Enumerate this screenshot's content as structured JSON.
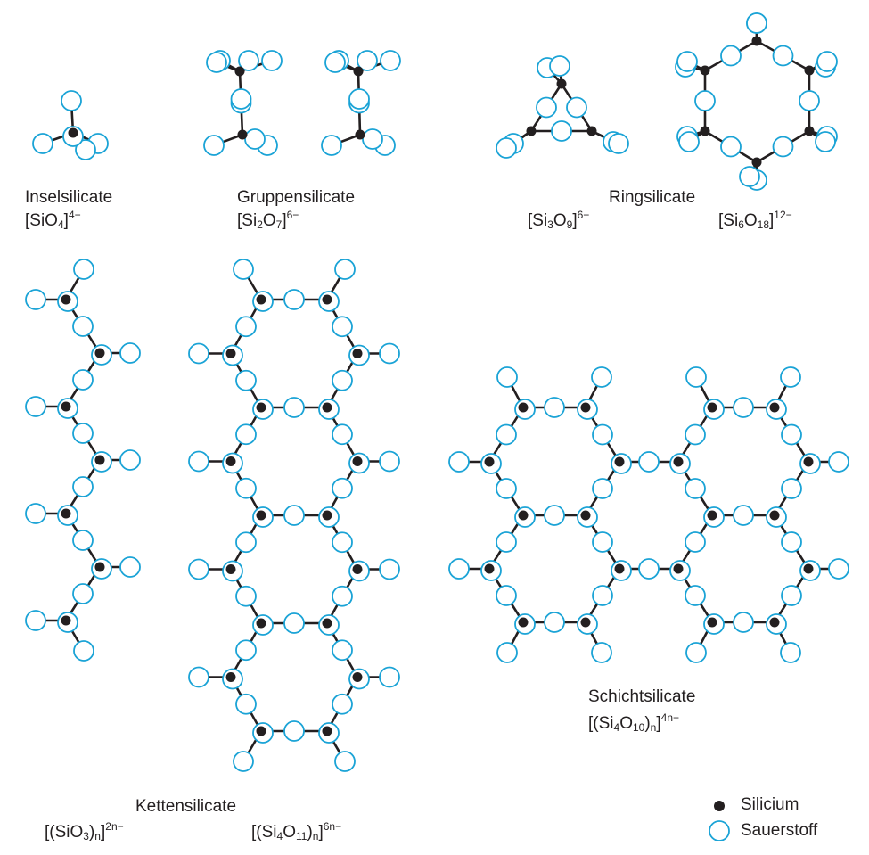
{
  "colors": {
    "silicon": "#231f20",
    "oxygen_stroke": "#1aa3d6",
    "oxygen_fill": "#ffffff",
    "bond": "#231f20",
    "text": "#231f20"
  },
  "groups": {
    "insel": {
      "name": "Inselsilicate",
      "formula": "SiO",
      "sub1": "4",
      "charge": "4−"
    },
    "gruppen": {
      "name": "Gruppensilicate",
      "formula_a": "Si",
      "sub1": "2",
      "formula_b": "O",
      "sub2": "7",
      "charge": "6−"
    },
    "ring": {
      "name": "Ringsilicate",
      "f1": {
        "a": "Si",
        "s1": "3",
        "b": "O",
        "s2": "9",
        "charge": "6−"
      },
      "f2": {
        "a": "Si",
        "s1": "6",
        "b": "O",
        "s2": "18",
        "charge": "12−"
      }
    },
    "ketten": {
      "name": "Kettensilicate",
      "f1": {
        "a": "(SiO",
        "s1": "3",
        "b": ")",
        "s2": "n",
        "charge": "2n−"
      },
      "f2": {
        "a": "(Si",
        "s1": "4",
        "b": "O",
        "s2": "11",
        "c": ")",
        "s3": "n",
        "charge": "6n−"
      }
    },
    "schicht": {
      "name": "Schichtsilicate",
      "a": "(Si",
      "s1": "4",
      "b": "O",
      "s2": "10",
      "c": ")",
      "s3": "n",
      "charge": "4n−"
    }
  },
  "legend": {
    "silicon": "Silicium",
    "oxygen": "Sauerstoff"
  }
}
